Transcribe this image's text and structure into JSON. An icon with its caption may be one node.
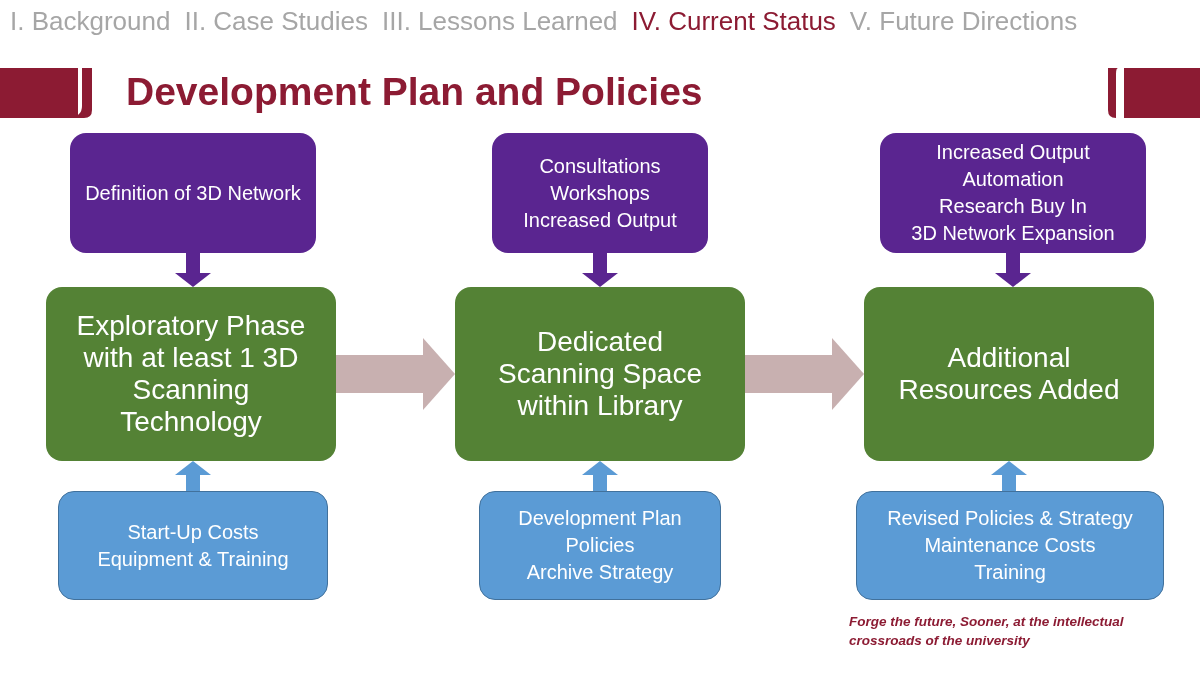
{
  "diagram": {
    "title": "Development Plan and Policies",
    "nodes": [
      {
        "text": [
          "Definition of 3D Network"
        ]
      },
      {
        "text": [
          "Exploratory Phase with at least 1 3D Scanning Technology"
        ]
      },
      {
        "text": [
          "Start-Up Costs",
          "Equipment & Training"
        ]
      },
      {
        "text": [
          "Consultations",
          "Workshops",
          "Increased Output"
        ]
      },
      {
        "text": [
          "Dedicated Scanning Space within Library"
        ]
      },
      {
        "text": [
          "Development Plan",
          "Policies",
          "Archive Strategy"
        ]
      },
      {
        "text": [
          "Increased Output",
          "Automation",
          "Research Buy In",
          "3D Network Expansion"
        ]
      },
      {
        "text": [
          "Additional Resources Added"
        ]
      },
      {
        "text": [
          "Revised Policies & Strategy",
          "Maintenance Costs",
          "Training"
        ]
      }
    ],
    "edges": [
      {
        "from": 0,
        "to": 1,
        "arrow": "to",
        "color": "#5a2590"
      },
      {
        "from": 2,
        "to": 1,
        "arrow": "to",
        "color": "#5b9bd5"
      },
      {
        "from": 1,
        "to": 4,
        "arrow": "to",
        "style": "thick",
        "color": "#c8b0b0"
      },
      {
        "from": 3,
        "to": 4,
        "arrow": "to",
        "color": "#5a2590"
      },
      {
        "from": 5,
        "to": 4,
        "arrow": "to",
        "color": "#5b9bd5"
      },
      {
        "from": 4,
        "to": 7,
        "arrow": "to",
        "style": "thick",
        "color": "#c8b0b0"
      },
      {
        "from": 6,
        "to": 7,
        "arrow": "to",
        "color": "#5a2590"
      },
      {
        "from": 8,
        "to": 7,
        "arrow": "to",
        "color": "#5b9bd5"
      }
    ],
    "labels": [
      "I. Background",
      "II. Case Studies",
      "III. Lessons Learned",
      "IV. Current Status",
      "V. Future Directions",
      "Forge the future, Sooner, at the intellectual crossroads of the university"
    ]
  }
}
